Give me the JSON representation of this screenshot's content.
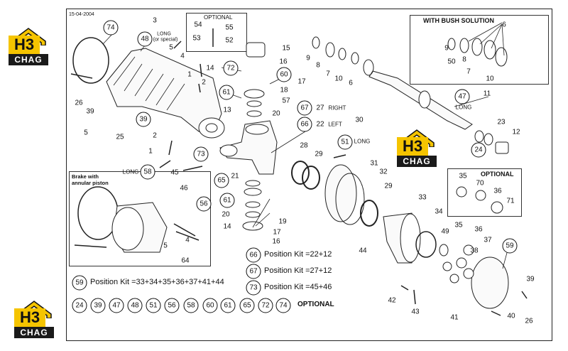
{
  "date": "15-04-2004",
  "logo": {
    "mark": "H3",
    "text": "CHAG"
  },
  "top_optional": {
    "title": "OPTIONAL",
    "labels": [
      "54",
      "55",
      "53",
      "52"
    ]
  },
  "bush_box": {
    "title": "WITH BUSH SOLUTION",
    "labels": [
      "6",
      "9",
      "8",
      "50",
      "7",
      "10"
    ]
  },
  "brake_box": {
    "title_line1": "Brake with",
    "title_line2": "annular piston"
  },
  "right_optional": {
    "title": "OPTIONAL",
    "labels": [
      "35",
      "70",
      "36",
      "71"
    ]
  },
  "callouts": {
    "c74": "74",
    "c3": "3",
    "c48": "48",
    "long_special": "LONG",
    "or_special": "(or special)",
    "c5a": "5",
    "c4a": "4",
    "c1a": "1",
    "c2a": "2",
    "c14": "14",
    "c72": "72",
    "c15": "15",
    "c16": "16",
    "c60": "60",
    "c17": "17",
    "c18": "18",
    "c57": "57",
    "c61a": "61",
    "c13": "13",
    "c20a": "20",
    "c67": "67",
    "c27": "27",
    "right": "RIGHT",
    "c66": "66",
    "c22": "22",
    "left": "LEFT",
    "c26": "26",
    "c39a": "39",
    "c5b": "5",
    "c25": "25",
    "c39b": "39",
    "c2b": "2",
    "c1b": "1",
    "c73": "73",
    "c58": "58",
    "long58": "LONG",
    "c45": "45",
    "c46": "46",
    "c56": "56",
    "c65": "65",
    "c21": "21",
    "c61b": "61",
    "c20b": "20",
    "c19": "19",
    "c14b": "14",
    "c17b": "17",
    "c16b": "16",
    "c4b": "4",
    "c5c": "5",
    "c64": "64",
    "c9": "9",
    "c8": "8",
    "c7": "7",
    "c10": "10",
    "c6": "6",
    "c47": "47",
    "c11": "11",
    "long47": "LONG",
    "c30": "30",
    "c51": "51",
    "long51": "LONG",
    "c28": "28",
    "c29a": "29",
    "c31": "31",
    "c32": "32",
    "c29b": "29",
    "c33": "33",
    "c34": "34",
    "c44": "44",
    "c49": "49",
    "c35": "35",
    "c36": "36",
    "c37": "37",
    "c59": "59",
    "c38": "38",
    "c23": "23",
    "c24": "24",
    "c12": "12",
    "c42": "42",
    "c43": "43",
    "c41": "41",
    "c40": "40",
    "c39c": "39",
    "c26b": "26"
  },
  "kits": [
    {
      "number": "66",
      "text": "Position Kit =22+12"
    },
    {
      "number": "67",
      "text": "Position Kit =27+12"
    },
    {
      "number": "73",
      "text": "Position Kit =45+46"
    }
  ],
  "kit59": {
    "number": "59",
    "text": "Position Kit =33+34+35+36+37+41+44"
  },
  "optional_row": {
    "numbers": [
      "24",
      "39",
      "47",
      "48",
      "51",
      "56",
      "58",
      "60",
      "61",
      "65",
      "72",
      "74"
    ],
    "label": "OPTIONAL"
  }
}
